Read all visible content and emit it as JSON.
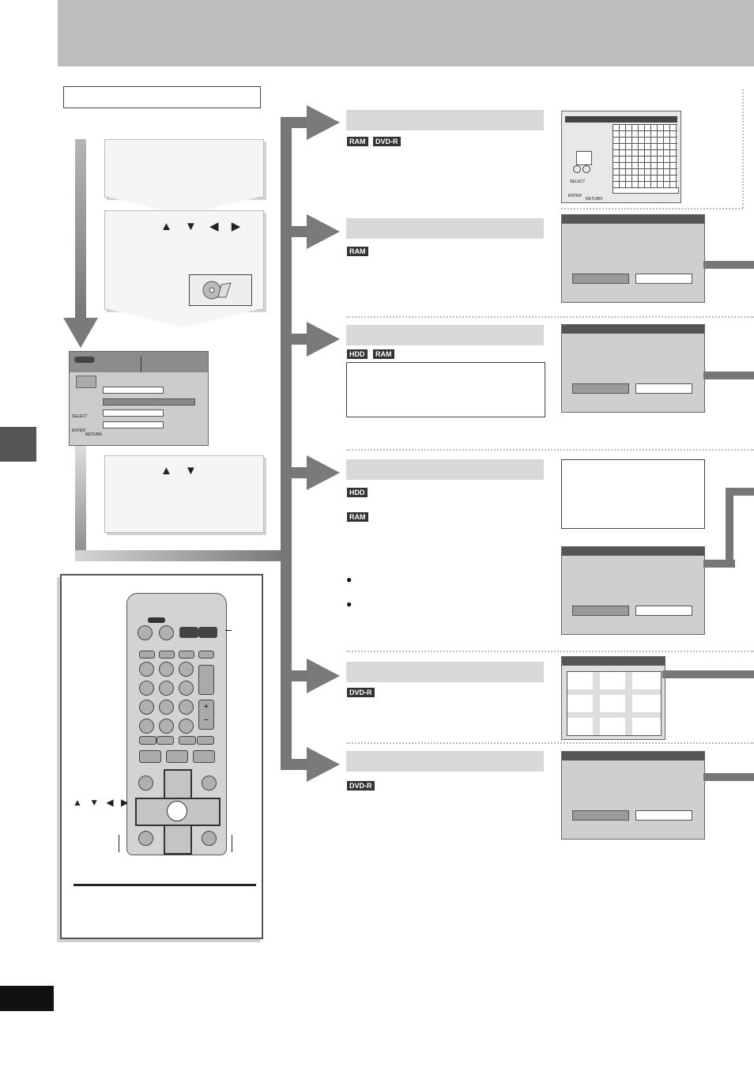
{
  "nav_symbols": {
    "four_way": "▲ ▼ ◀ ▶",
    "two_way": "▲ ▼"
  },
  "osd": {
    "select_label": "SELECT",
    "enter_label": "ENTER",
    "return_label": "RETURN"
  },
  "sections": [
    {
      "tags": [
        "RAM",
        "DVD-R"
      ]
    },
    {
      "tags": [
        "RAM"
      ]
    },
    {
      "tags": [
        "HDD",
        "RAM"
      ]
    },
    {
      "tags": [
        "HDD",
        "RAM"
      ]
    },
    {
      "tags": [
        "DVD-R"
      ]
    },
    {
      "tags": [
        "DVD-R"
      ]
    }
  ],
  "remote": {
    "plus_label": "+",
    "minus_label": "−"
  },
  "colors": {
    "header_band": "#bdbdbd",
    "flow_arrow": "#7a7a7a",
    "tag_background": "#333333"
  },
  "icons": [
    "disc-icon",
    "navigation-cross-icon",
    "remote-control-icon"
  ]
}
